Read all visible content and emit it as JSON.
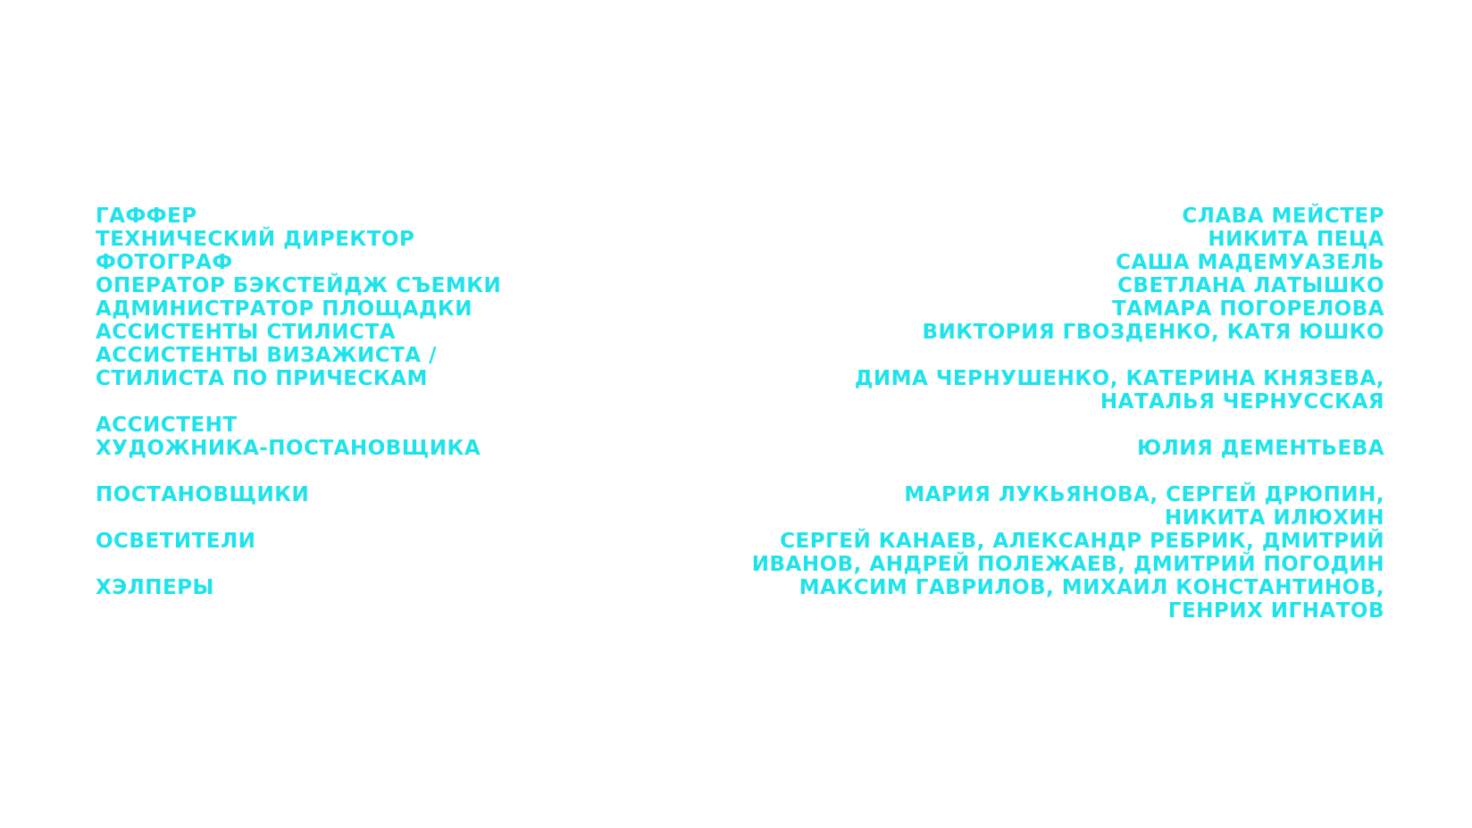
{
  "colors": {
    "background": "#ffffff",
    "text": "#1fe3eb"
  },
  "roles": [
    [
      "ГАФФЕР"
    ],
    [
      "ТЕХНИЧЕСКИЙ ДИРЕКТОР"
    ],
    [
      "ФОТОГРАФ"
    ],
    [
      "ОПЕРАТОР БЭКСТЕЙДЖ СЪЕМКИ"
    ],
    [
      "АДМИНИСТРАТОР ПЛОЩАДКИ"
    ],
    [
      "АССИСТЕНТЫ СТИЛИСТА"
    ],
    [
      "АССИСТЕНТЫ ВИЗАЖИСТА /",
      "СТИЛИСТА ПО ПРИЧЕСКАМ"
    ],
    [
      "АССИСТЕНТ",
      "ХУДОЖНИКА-ПОСТАНОВЩИКА"
    ],
    [
      "ПОСТАНОВЩИКИ"
    ],
    [
      "ОСВЕТИТЕЛИ"
    ],
    [
      "ХЭЛПЕРЫ"
    ]
  ],
  "names": [
    [
      "СЛАВА МЕЙСТЕР"
    ],
    [
      "НИКИТА ПЕЦА"
    ],
    [
      "САША МАДЕМУАЗЕЛЬ"
    ],
    [
      "СВЕТЛАНА ЛАТЫШКО"
    ],
    [
      "ТАМАРА ПОГОРЕЛОВА"
    ],
    [
      "ВИКТОРИЯ ГВОЗДЕНКО, КАТЯ ЮШКО"
    ],
    [
      "ДИМА ЧЕРНУШЕНКО, КАТЕРИНА КНЯЗЕВА,",
      "НАТАЛЬЯ ЧЕРНУССКАЯ"
    ],
    [
      "ЮЛИЯ ДЕМЕНТЬЕВА"
    ],
    [
      "МАРИЯ ЛУКЬЯНОВА, СЕРГЕЙ ДРЮПИН,",
      "НИКИТА ИЛЮХИН"
    ],
    [
      "СЕРГЕЙ КАНАЕВ, АЛЕКСАНДР РЕБРИК, ДМИТРИЙ",
      "ИВАНОВ, АНДРЕЙ ПОЛЕЖАЕВ, ДМИТРИЙ ПОГОДИН"
    ],
    [
      "МАКСИМ ГАВРИЛОВ, МИХАИЛ КОНСТАНТИНОВ,",
      "ГЕНРИХ ИГНАТОВ"
    ]
  ]
}
